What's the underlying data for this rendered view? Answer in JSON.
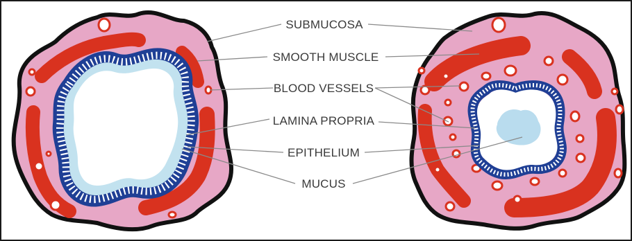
{
  "labels": {
    "submucosa": "SUBMUCOSA",
    "smooth_muscle": "SMOOTH MUSCLE",
    "blood_vessels": "BLOOD VESSELS",
    "lamina_propria": "LAMINA PROPRIA",
    "epithelium": "EPITHELIUM",
    "mucus": "MUCUS"
  },
  "colors": {
    "submucosa_pink": "#e7a7c6",
    "smooth_muscle_red": "#d9321f",
    "epithelium_blue": "#1f3f95",
    "lumen_white": "#ffffff",
    "mucus_lightblue": "#c2e2ef",
    "outline_black": "#111111",
    "leader_gray": "#8a8a8a"
  }
}
